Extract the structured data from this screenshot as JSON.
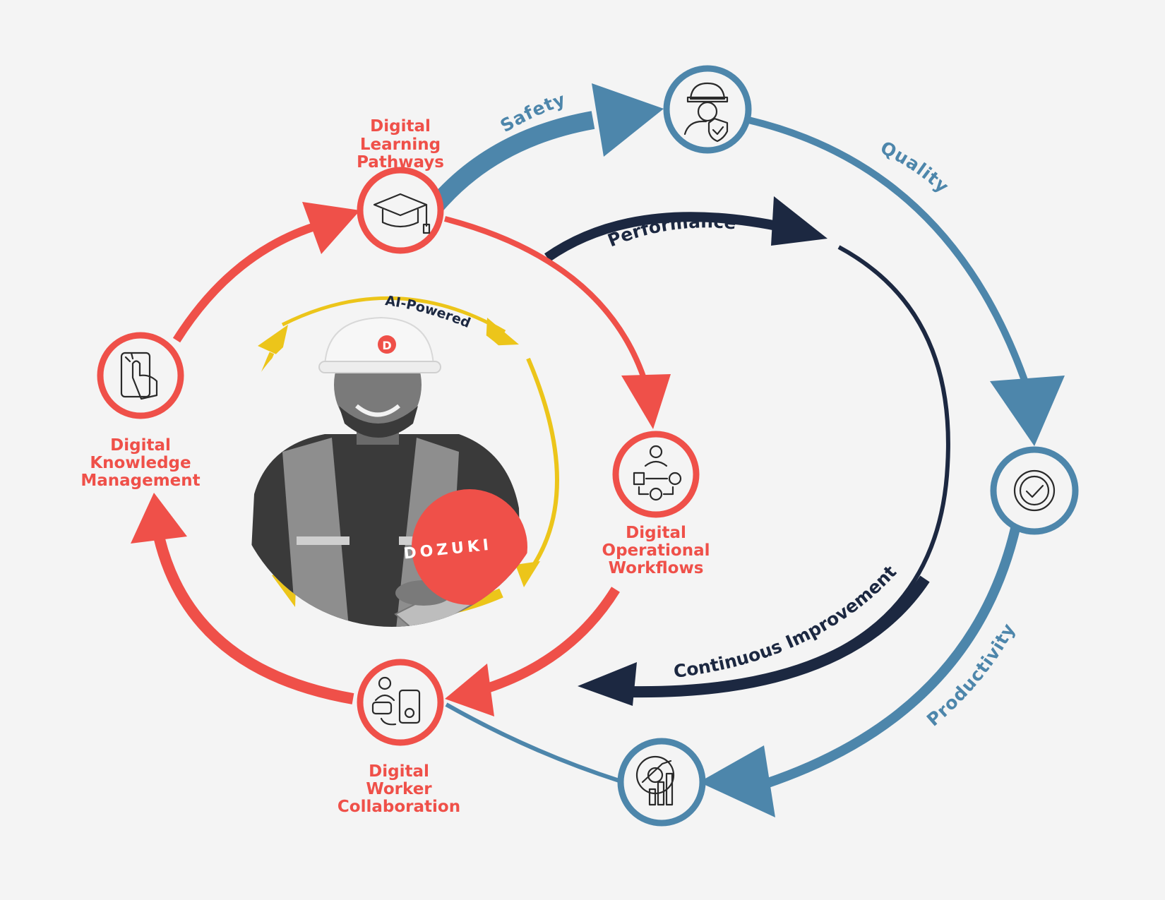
{
  "colors": {
    "background": "#f4f4f4",
    "red": "#ef5049",
    "blue": "#4d86ab",
    "navy": "#1c2841",
    "yellow": "#ecc51a"
  },
  "inner_cycle": {
    "label": "AI-Powered",
    "logo_text": "DOZUKI",
    "helmet_badge": "D"
  },
  "red_cycle": {
    "learning": [
      "Digital",
      "Learning",
      "Pathways"
    ],
    "operational": [
      "Digital",
      "Operational",
      "Workflows"
    ],
    "collaboration": [
      "Digital",
      "Worker",
      "Collaboration"
    ],
    "knowledge": [
      "Digital",
      "Knowledge",
      "Management"
    ]
  },
  "blue_cycle": {
    "safety": "Safety",
    "quality": "Quality",
    "productivity": "Productivity"
  },
  "navy_cycle": {
    "performance": "Performance",
    "improvement": "Continuous Improvement"
  },
  "icons": {
    "learning": "graduation-cap-icon",
    "operational": "workflow-icon",
    "collaboration": "chat-mobile-icon",
    "knowledge": "touch-tablet-icon",
    "safety": "worker-shield-icon",
    "quality": "quality-badge-icon",
    "productivity": "gear-chart-icon"
  }
}
